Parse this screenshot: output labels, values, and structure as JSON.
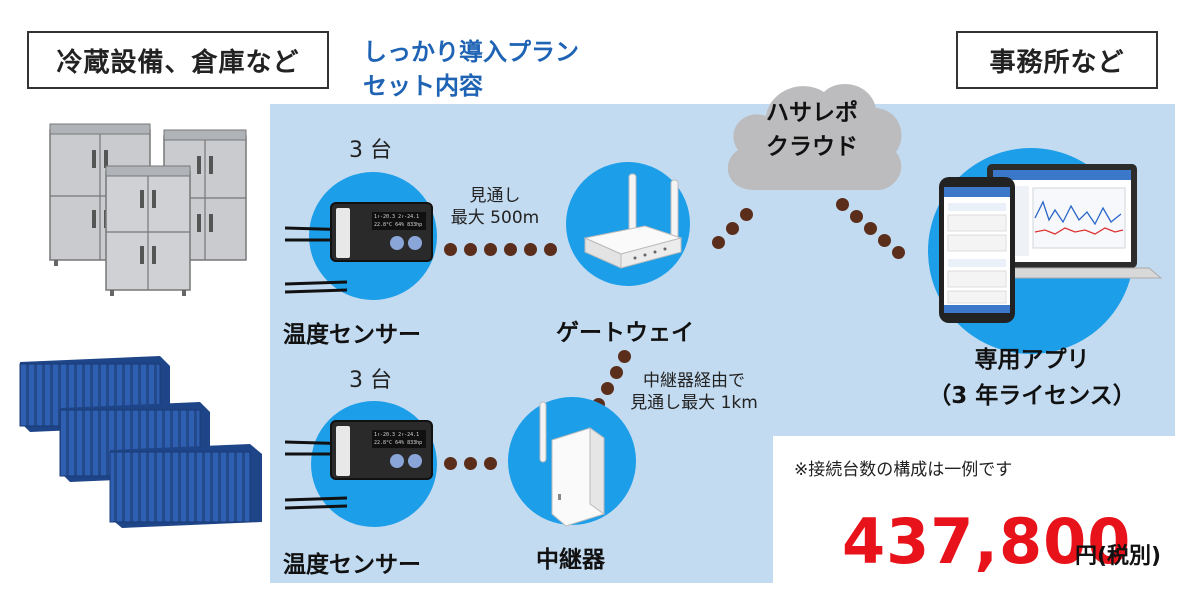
{
  "labels": {
    "left_location": "冷蔵設備、倉庫など",
    "right_location": "事務所など",
    "plan_title_line1": "しっかり導入プラン",
    "plan_title_line2": "セット内容"
  },
  "cloud": {
    "line1": "ハサレポ",
    "line2": "クラウド"
  },
  "sensor_top": {
    "count": "3 台",
    "label": "温度センサー"
  },
  "sensor_bottom": {
    "count": "3 台",
    "label": "温度センサー"
  },
  "gateway": {
    "label": "ゲートウェイ"
  },
  "relay": {
    "label": "中継器"
  },
  "app": {
    "line1": "専用アプリ",
    "line2": "（3 年ライセンス）"
  },
  "notes": {
    "range_line1": "見通し",
    "range_line2": "最大 500m",
    "relay_line1": "中継器経由で",
    "relay_line2": "見通し最大 1km",
    "config_note": "※接続台数の構成は一例です"
  },
  "price": {
    "amount": "437,800",
    "unit": "円(税別)"
  },
  "screen_text": {
    "display_line1": "1↑-20.3 2↑-24.1",
    "display_line2": "22.8°C 64% 833hp"
  },
  "colors": {
    "accent_blue": "#1d9ee8",
    "panel_blue": "#c3dbf1",
    "price_red": "#e8121a",
    "dot_brown": "#5b2e1c",
    "title_blue": "#1f63b4"
  }
}
